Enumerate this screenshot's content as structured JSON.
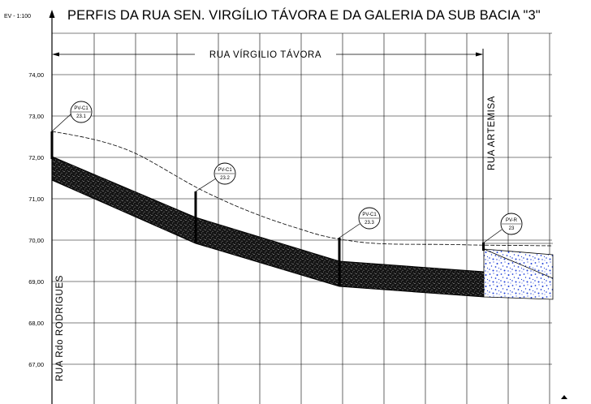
{
  "drawing": {
    "scale_label": "EV - 1:100",
    "title": "PERFIS DA RUA SEN. VIRGÍLIO TÁVORA E DA GALERIA DA SUB BACIA \"3\"",
    "street_top": "RUA VÍRGILIO TÁVORA",
    "street_left": "RUA Rdo RODRIGUES",
    "street_right": "RUA ARTEMISA",
    "y_ticks": [
      "74,00",
      "73,00",
      "72,00",
      "71,00",
      "70,00",
      "69,00",
      "68,00",
      "67,00"
    ],
    "pv_markers": [
      {
        "line1": "PV-C1",
        "line2": "23.1"
      },
      {
        "line1": "PV-C1",
        "line2": "23.2"
      },
      {
        "line1": "PV-C1",
        "line2": "23.3"
      },
      {
        "line1": "PV-R",
        "line2": "23"
      }
    ]
  },
  "colors": {
    "ink": "#000000",
    "hatch_dark": "#111111",
    "water_blue": "#1f3fd8"
  }
}
